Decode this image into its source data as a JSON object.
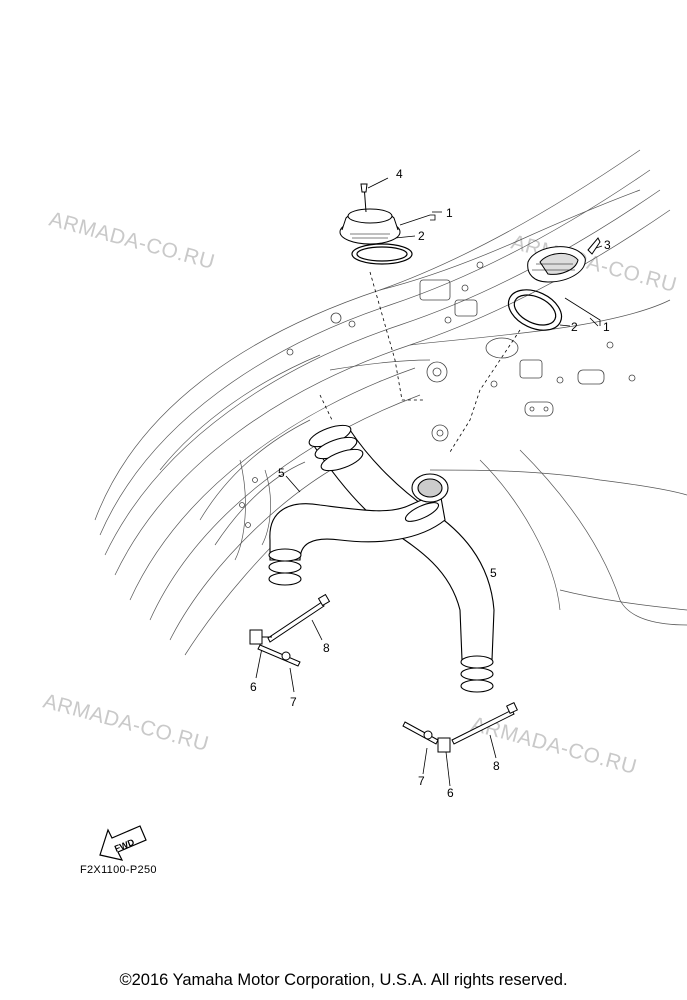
{
  "watermarks": [
    "ARMADA-CO.RU",
    "ARMADA-CO.RU",
    "ARMADA-CO.RU",
    "ARMADA-CO.RU"
  ],
  "callouts": {
    "c1a": "1",
    "c1b": "1",
    "c2a": "2",
    "c2b": "2",
    "c3": "3",
    "c4": "4",
    "c5a": "5",
    "c5b": "5",
    "c6a": "6",
    "c6b": "6",
    "c7a": "7",
    "c7b": "7",
    "c8a": "8",
    "c8b": "8"
  },
  "fwd_label": "FWD",
  "drawing_code": "F2X1100-P250",
  "copyright": "©2016 Yamaha Motor Corporation, U.S.A. All rights reserved."
}
